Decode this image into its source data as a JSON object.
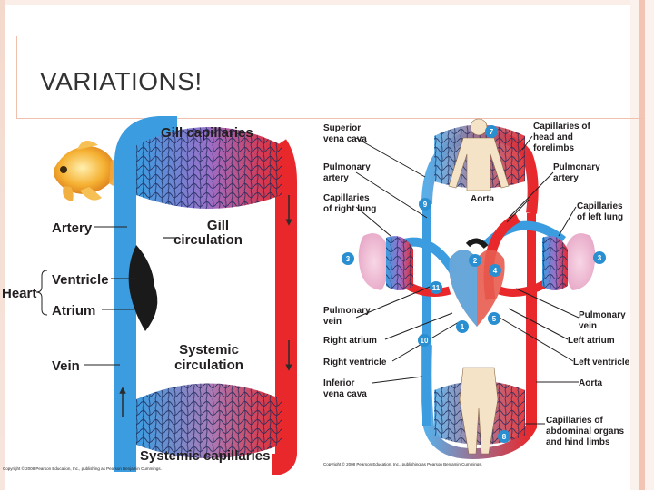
{
  "slide": {
    "title": "VARIATIONS!"
  },
  "fish": {
    "labels": {
      "gill_capillaries": "Gill capillaries",
      "artery": "Artery",
      "gill_circulation": [
        "Gill",
        "circulation"
      ],
      "ventricle": "Ventricle",
      "heart": "Heart",
      "atrium": "Atrium",
      "systemic_circulation": [
        "Systemic",
        "circulation"
      ],
      "vein": "Vein",
      "systemic_capillaries": "Systemic capillaries"
    },
    "copyright": "Copyright © 2008 Pearson Education, Inc., publishing as Pearson Benjamin Cummings."
  },
  "mammal": {
    "left_labels": {
      "superior_vena_cava": [
        "Superior",
        "vena cava"
      ],
      "pulmonary_artery": [
        "Pulmonary",
        "artery"
      ],
      "capillaries_right_lung": [
        "Capillaries",
        "of right lung"
      ],
      "pulmonary_vein": [
        "Pulmonary",
        "vein"
      ],
      "right_atrium": "Right atrium",
      "right_ventricle": "Right ventricle",
      "inferior_vena_cava": [
        "Inferior",
        "vena cava"
      ]
    },
    "right_labels": {
      "capillaries_head": [
        "Capillaries of",
        "head and",
        "forelimbs"
      ],
      "pulmonary_artery": [
        "Pulmonary",
        "artery"
      ],
      "aorta_top": "Aorta",
      "capillaries_left_lung": [
        "Capillaries",
        "of left lung"
      ],
      "pulmonary_vein": [
        "Pulmonary",
        "vein"
      ],
      "left_atrium": "Left atrium",
      "left_ventricle": "Left ventricle",
      "aorta": "Aorta",
      "capillaries_abdominal": [
        "Capillaries of",
        "abdominal organs",
        "and hind limbs"
      ]
    },
    "markers": [
      "1",
      "2",
      "3",
      "3",
      "4",
      "5",
      "7",
      "8",
      "9",
      "10",
      "11"
    ],
    "copyright": "Copyright © 2008 Pearson Education, Inc., publishing as Pearson Benjamin Cummings."
  },
  "colors": {
    "oxygenated": "#e8282b",
    "deoxygenated": "#3b9de0",
    "marker": "#2a8fd0"
  }
}
